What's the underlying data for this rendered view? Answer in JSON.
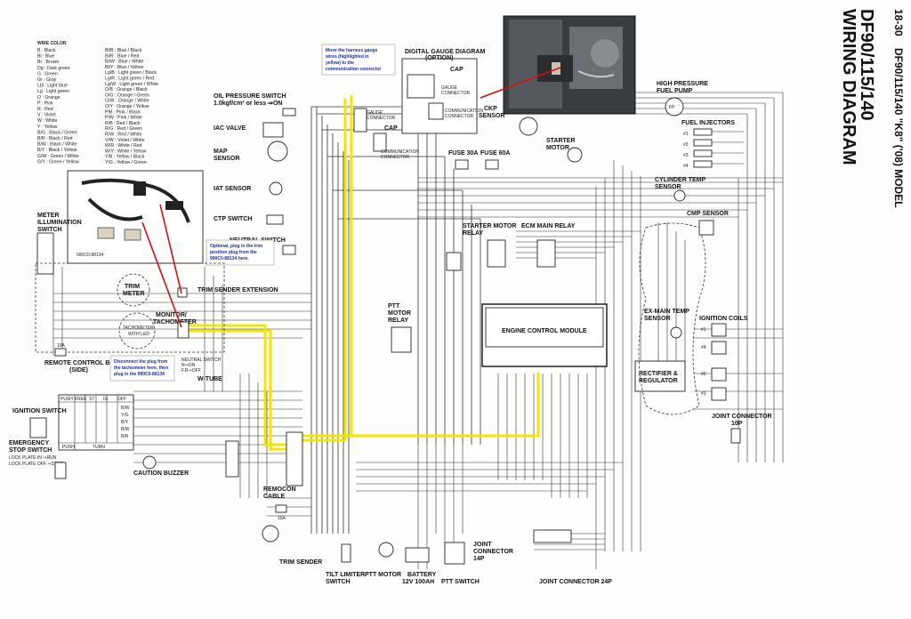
{
  "header": {
    "page_number": "18-30",
    "model_title": "DF90/115/140 \"K8\" ('08) MODEL",
    "diagram_title": "WIRING DIAGRAM",
    "model_sub": "DF90/115/140"
  },
  "wire_color": {
    "heading": "WIRE COLOR",
    "col1": [
      "B : Black",
      "Bl : Blue",
      "Br : Brown",
      "Dg : Dark green",
      "G : Green",
      "Gr : Gray",
      "Lbl : Light blue",
      "Lg : Light green",
      "O : Orange",
      "P : Pink",
      "R : Red",
      "V : Violet",
      "W : White",
      "Y : Yellow",
      "B/G : Black / Green",
      "B/R : Black / Red",
      "B/W : Black / White",
      "B/Y : Black / Yellow",
      "G/W : Green / White",
      "G/Y : Green / Yellow"
    ],
    "col2": [
      "Bl/B : Blue / Black",
      "Bl/R : Blue / Red",
      "Bl/W : Blue / White",
      "Bl/Y : Blue / Yellow",
      "Lg/B : Light green / Black",
      "Lg/R : Light green / Red",
      "Lg/W : Light green / White",
      "O/B : Orange / Black",
      "O/G : Orange / Green",
      "O/W : Orange / White",
      "O/Y : Orange / Yellow",
      "P/B : Pink / Black",
      "P/W : Pink / White",
      "R/B : Red / Black",
      "R/G : Red / Green",
      "R/W : Red / White",
      "V/W : Violet / White",
      "W/R : White / Red",
      "W/Y : White / Yellow",
      "Y/B : Yellow / Black",
      "Y/G : Yellow / Green"
    ]
  },
  "notes": {
    "gauge_note": "Move the harness gauge wires (highlighted in yellow) to the communication connector",
    "trim_note": "Optional, plug in the trim position plug from the 990C0-88134 here.",
    "tach_note": "Disconnect the plug from the tachometer here, then plug in the 990C0-88134",
    "part_no": "990C0-88134"
  },
  "components": {
    "digital_gauge": "DIGITAL GAUGE DIAGRAM (OPTION)",
    "cap1": "CAP",
    "cap2": "CAP",
    "gauge_connector1": "GAUGE CONNECTOR",
    "gauge_connector2": "GAUGE CONNECTOR",
    "comm_connector1": "COMMUNICATION CONNECTOR",
    "comm_connector2": "COMMUNICATION CONNECTOR",
    "oil_pressure": "OIL PRESSURE SWITCH",
    "oil_pressure_sub": "1.0kgf/cm² or less ⇒ON",
    "iac_valve": "IAC VALVE",
    "map_sensor": "MAP SENSOR",
    "iat_sensor": "IAT SENSOR",
    "ctp_switch": "CTP SWITCH",
    "neutral_switch": "NEUTRAL SWITCH",
    "meter_illum": "METER ILLUMINATION SWITCH",
    "trim_meter": "TRIM METER",
    "trim_sender_ext": "TRIM SENDER EXTENSION",
    "monitor_tach": "MONITOR/ TACHOMETER",
    "tach_led": "TACHOMETER WITH LED",
    "fuse_10a": "10A",
    "remote_box": "REMOTE CONTROL BOX (SIDE)",
    "neutral_sw_box": "NEUTRAL SWITCH",
    "neutral_on": "N⇒ON",
    "neutral_off": "F.R⇒OFF",
    "w_tube": "W-TUBE",
    "ignition_switch": "IGNITION SWITCH",
    "ign_table_headers": [
      "PUSH",
      "FREE",
      "ST",
      "IG",
      "OFF"
    ],
    "ign_table_rows": [
      "B/W",
      "Y/G",
      "B/Y",
      "B/W",
      "B/R"
    ],
    "ign_push": "PUSH",
    "ign_turn": "TURN",
    "emergency": "EMERGENCY STOP SWITCH",
    "lock_in": "LOCK PLATE IN ⇒RUN",
    "lock_off": "LOCK PLATE OFF ⇒STOP",
    "caution_buzzer": "CAUTION BUZZER",
    "remocon_cable": "REMOCON CABLE",
    "fuse_15a": "15A",
    "trim_sender": "TRIM SENDER",
    "tilt_limiter": "TILT LIMITER SWITCH",
    "ptt_motor": "PTT MOTOR",
    "battery": "BATTERY 12V 100AH",
    "ptt_switch": "PTT SWITCH",
    "joint_14p": "JOINT CONNECTOR 14P",
    "joint_24p": "JOINT CONNECTOR 24P",
    "ptt_relay": "PTT MOTOR RELAY",
    "ckp_sensor": "CKP SENSOR",
    "fuse_30a": "FUSE 30A",
    "fuse_60a": "FUSE 60A",
    "starter_motor": "STARTER MOTOR",
    "starter_relay": "STARTER MOTOR RELAY",
    "ecm_relay": "ECM MAIN RELAY",
    "ecm": "ENGINE CONTROL MODULE",
    "rectifier": "RECTIFIER & REGULATOR",
    "hp_pump": "HIGH PRESSURE FUEL PUMP",
    "fp": "FP",
    "injectors": "FUEL INJECTORS",
    "inj": [
      "#1",
      "#2",
      "#3",
      "#4"
    ],
    "cyl_temp": "CYLINDER TEMP SENSOR",
    "cmp_sensor": "CMP SENSOR",
    "ex_temp": "EX-MAIN TEMP SENSOR",
    "ign_coils": "IGNITION COILS",
    "coil_labels": [
      "#1",
      "#4",
      "#2",
      "#3"
    ],
    "joint_10p": "JOINT CONNECTOR 10P"
  }
}
